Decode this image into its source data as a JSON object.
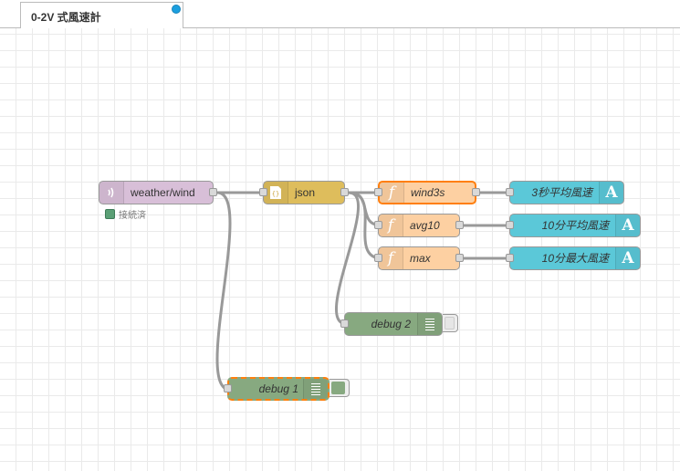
{
  "tab": {
    "label": "0-2V 式風速計",
    "changed_indicator_color": "#1b9fdf"
  },
  "nodes": {
    "mqtt_in": {
      "label": "weather/wind",
      "icon": "bridge-wireless-icon",
      "color": "#d8bfd8",
      "status": "接続済",
      "status_color": "#5a9f75"
    },
    "json": {
      "label": "json",
      "icon": "json-braces-icon",
      "color": "#debd5c"
    },
    "func_wind3s": {
      "label": "wind3s",
      "icon": "function-icon",
      "color": "#fdd0a2",
      "selected": true
    },
    "func_avg10": {
      "label": "avg10",
      "icon": "function-icon",
      "color": "#fdd0a2"
    },
    "func_max": {
      "label": "max",
      "icon": "function-icon",
      "color": "#fdd0a2"
    },
    "text_3s": {
      "label": "3秒平均風速",
      "icon": "text-a-icon",
      "color": "#5bc8d8"
    },
    "text_10avg": {
      "label": "10分平均風速",
      "icon": "text-a-icon",
      "color": "#5bc8d8"
    },
    "text_10max": {
      "label": "10分最大風速",
      "icon": "text-a-icon",
      "color": "#5bc8d8"
    },
    "debug2": {
      "label": "debug 2",
      "icon": "debug-list-icon",
      "color": "#87a980",
      "active": false
    },
    "debug1": {
      "label": "debug 1",
      "icon": "debug-list-icon",
      "color": "#87a980",
      "active": true,
      "selected": true
    }
  }
}
